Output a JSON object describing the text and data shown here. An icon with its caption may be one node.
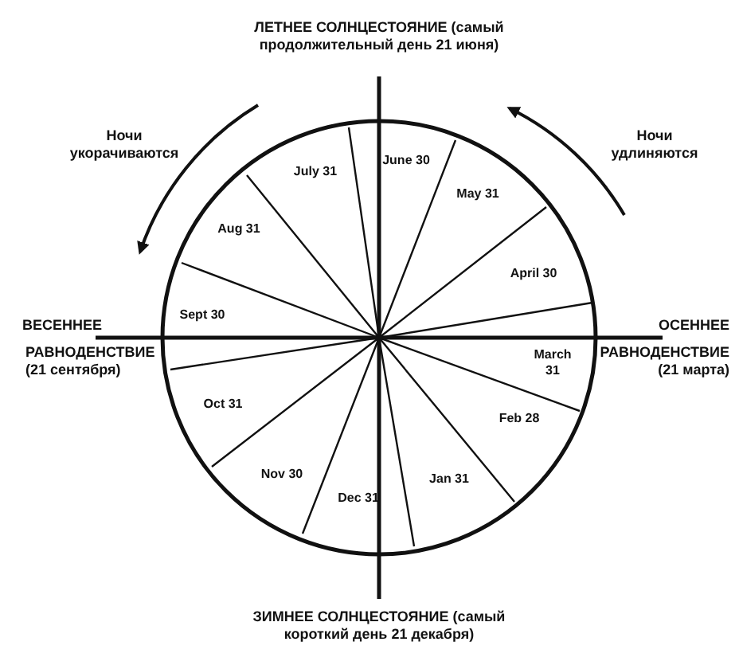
{
  "diagram": {
    "labels": [
      "ЛЕТНЕЕ СОЛНЦЕСТОЯНИЕ (самый продолжительный день 21 июня)",
      "Ночи укорачиваются",
      "Ночи удлиняются",
      "June 30",
      "July 31",
      "May 31",
      "Aug 31",
      "April 30",
      "ВЕСЕННЕЕ",
      "Sept 30",
      "ОСЕННЕЕ",
      "РАВНОДЕНСТВИЕ (21 сентября)",
      "March 31",
      "РАВНОДЕНСТВИЕ (21 марта)",
      "Oct 31",
      "Feb 28",
      "Nov 30",
      "Jan 31",
      "Dec 31",
      "ЗИМНЕЕ СОЛНЦЕСТОЯНИЕ (самый короткий день 21 декабря)"
    ]
  }
}
